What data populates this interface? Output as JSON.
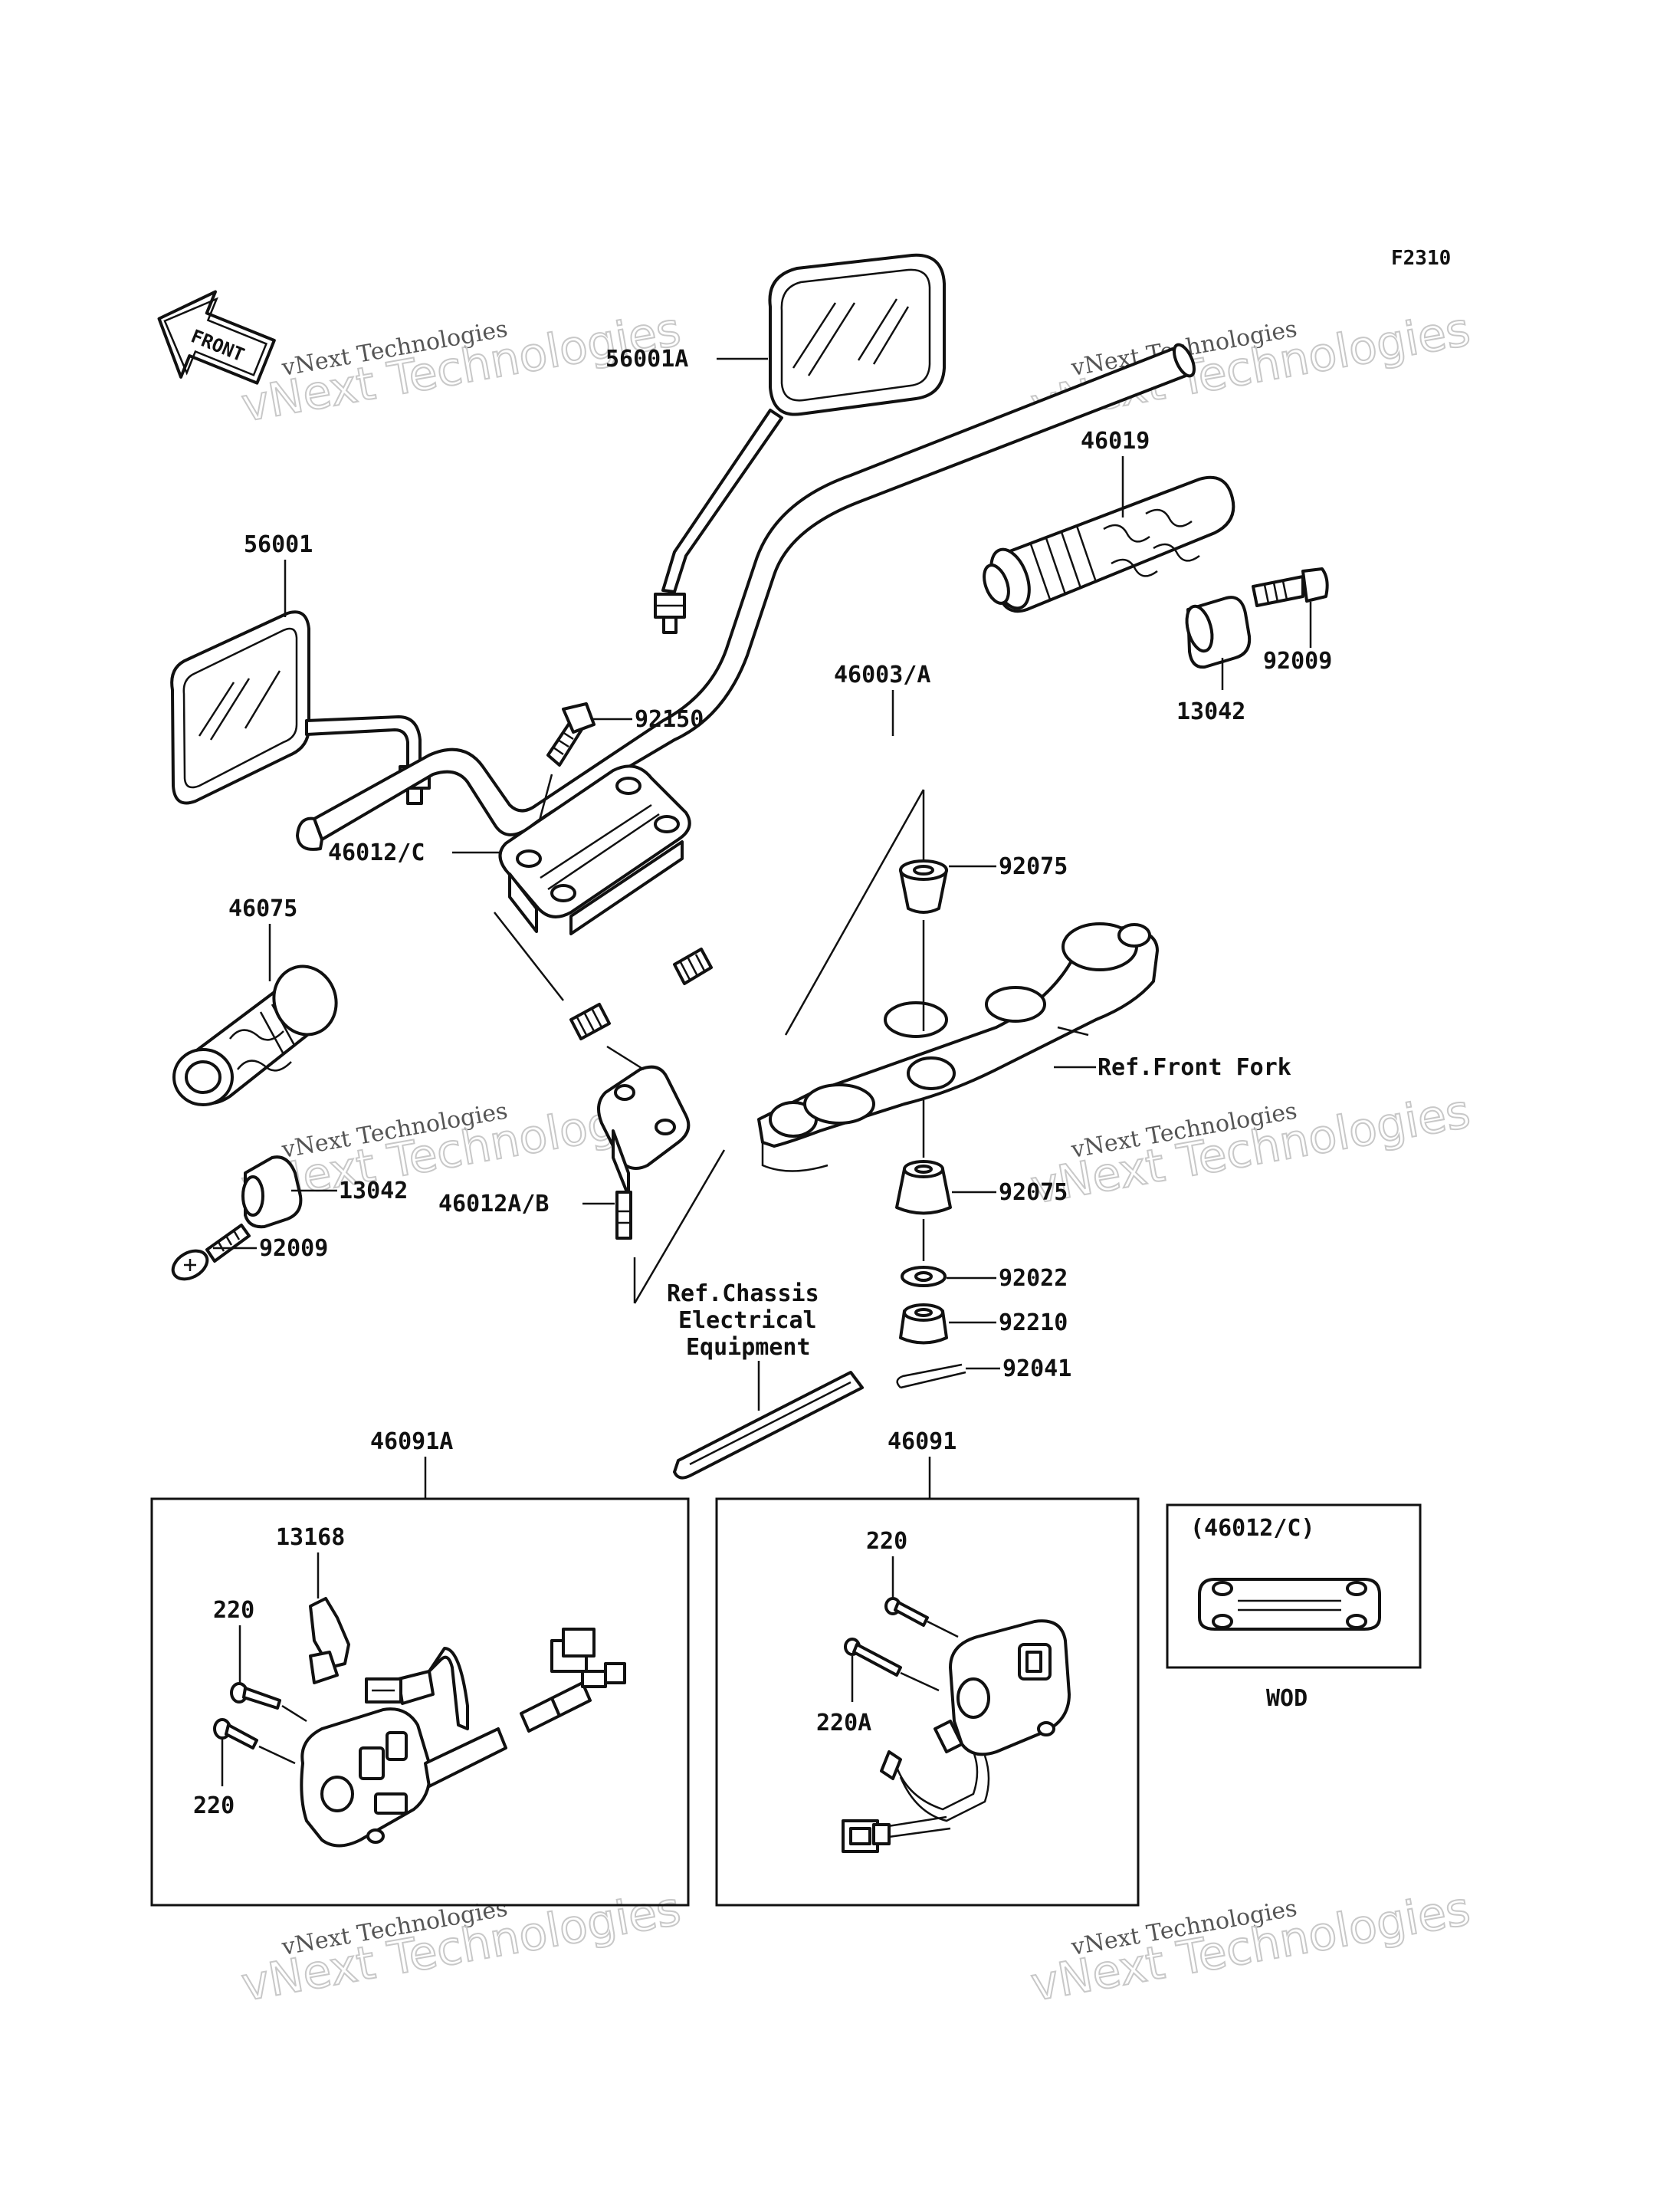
{
  "figure_code": "F2310",
  "front_arrow_label": "FRONT",
  "watermark": {
    "line1": "vNext Technologies",
    "line2": "vNext Technologies"
  },
  "parts": {
    "mirror_right": "56001A",
    "mirror_left": "56001",
    "grip_right": "46019",
    "bolt_right_end": "92009",
    "weight_right_end": "13042",
    "handlebar": "46003/A",
    "bolt_holder_top": "92150",
    "holder_upper": "46012/C",
    "grip_left": "46075",
    "weight_left_end": "13042",
    "bolt_left_end": "92009",
    "holder_lower": "46012A/B",
    "damper_upper": "92075",
    "damper_lower": "92075",
    "washer": "92022",
    "nut": "92210",
    "cotter_pin": "92041",
    "switch_left": "46091A",
    "switch_right": "46091",
    "switch_left_cover": "13168",
    "switch_left_screw_a": "220",
    "switch_left_screw_b": "220",
    "switch_right_screw_a": "220",
    "switch_right_screw_b": "220A"
  },
  "references": {
    "front_fork": "Ref.Front Fork",
    "chassis_line1": "Ref.Chassis",
    "chassis_line2": "Electrical",
    "chassis_line3": "Equipment"
  },
  "inset": {
    "title": "(46012/C)",
    "caption": "WOD"
  }
}
